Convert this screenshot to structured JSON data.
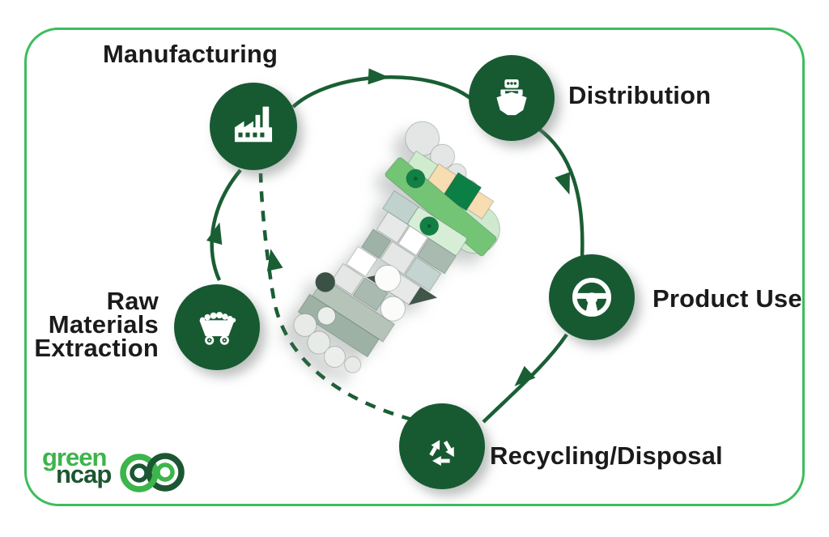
{
  "colors": {
    "node_green": "#175a32",
    "arc_green": "#1a5e34",
    "border_green": "#3cbd5e",
    "logo_green": "#3cb54a",
    "logo_dark": "#1d5632",
    "label_text": "#1b1b1b"
  },
  "diagram": {
    "type": "lifecycle-cycle",
    "flow_direction": "clockwise",
    "nodes": [
      {
        "id": "manufacturing",
        "label": "Manufacturing",
        "icon": "factory-icon"
      },
      {
        "id": "distribution",
        "label": "Distribution",
        "icon": "cargo-ship-icon"
      },
      {
        "id": "product-use",
        "label": "Product Use",
        "icon": "steering-wheel-icon"
      },
      {
        "id": "recycling-disposal",
        "label": "Recycling/Disposal",
        "icon": "recycling-icon"
      },
      {
        "id": "raw-materials-extraction",
        "label_lines": [
          "Raw",
          "Materials",
          "Extraction"
        ],
        "icon": "mine-cart-icon"
      }
    ],
    "dashed_link": {
      "from": "recycling-disposal",
      "to": "manufacturing"
    }
  },
  "illustration": {
    "name": "wooden-block-footprint"
  },
  "logo": {
    "word1": "green",
    "word2": "ncap"
  }
}
